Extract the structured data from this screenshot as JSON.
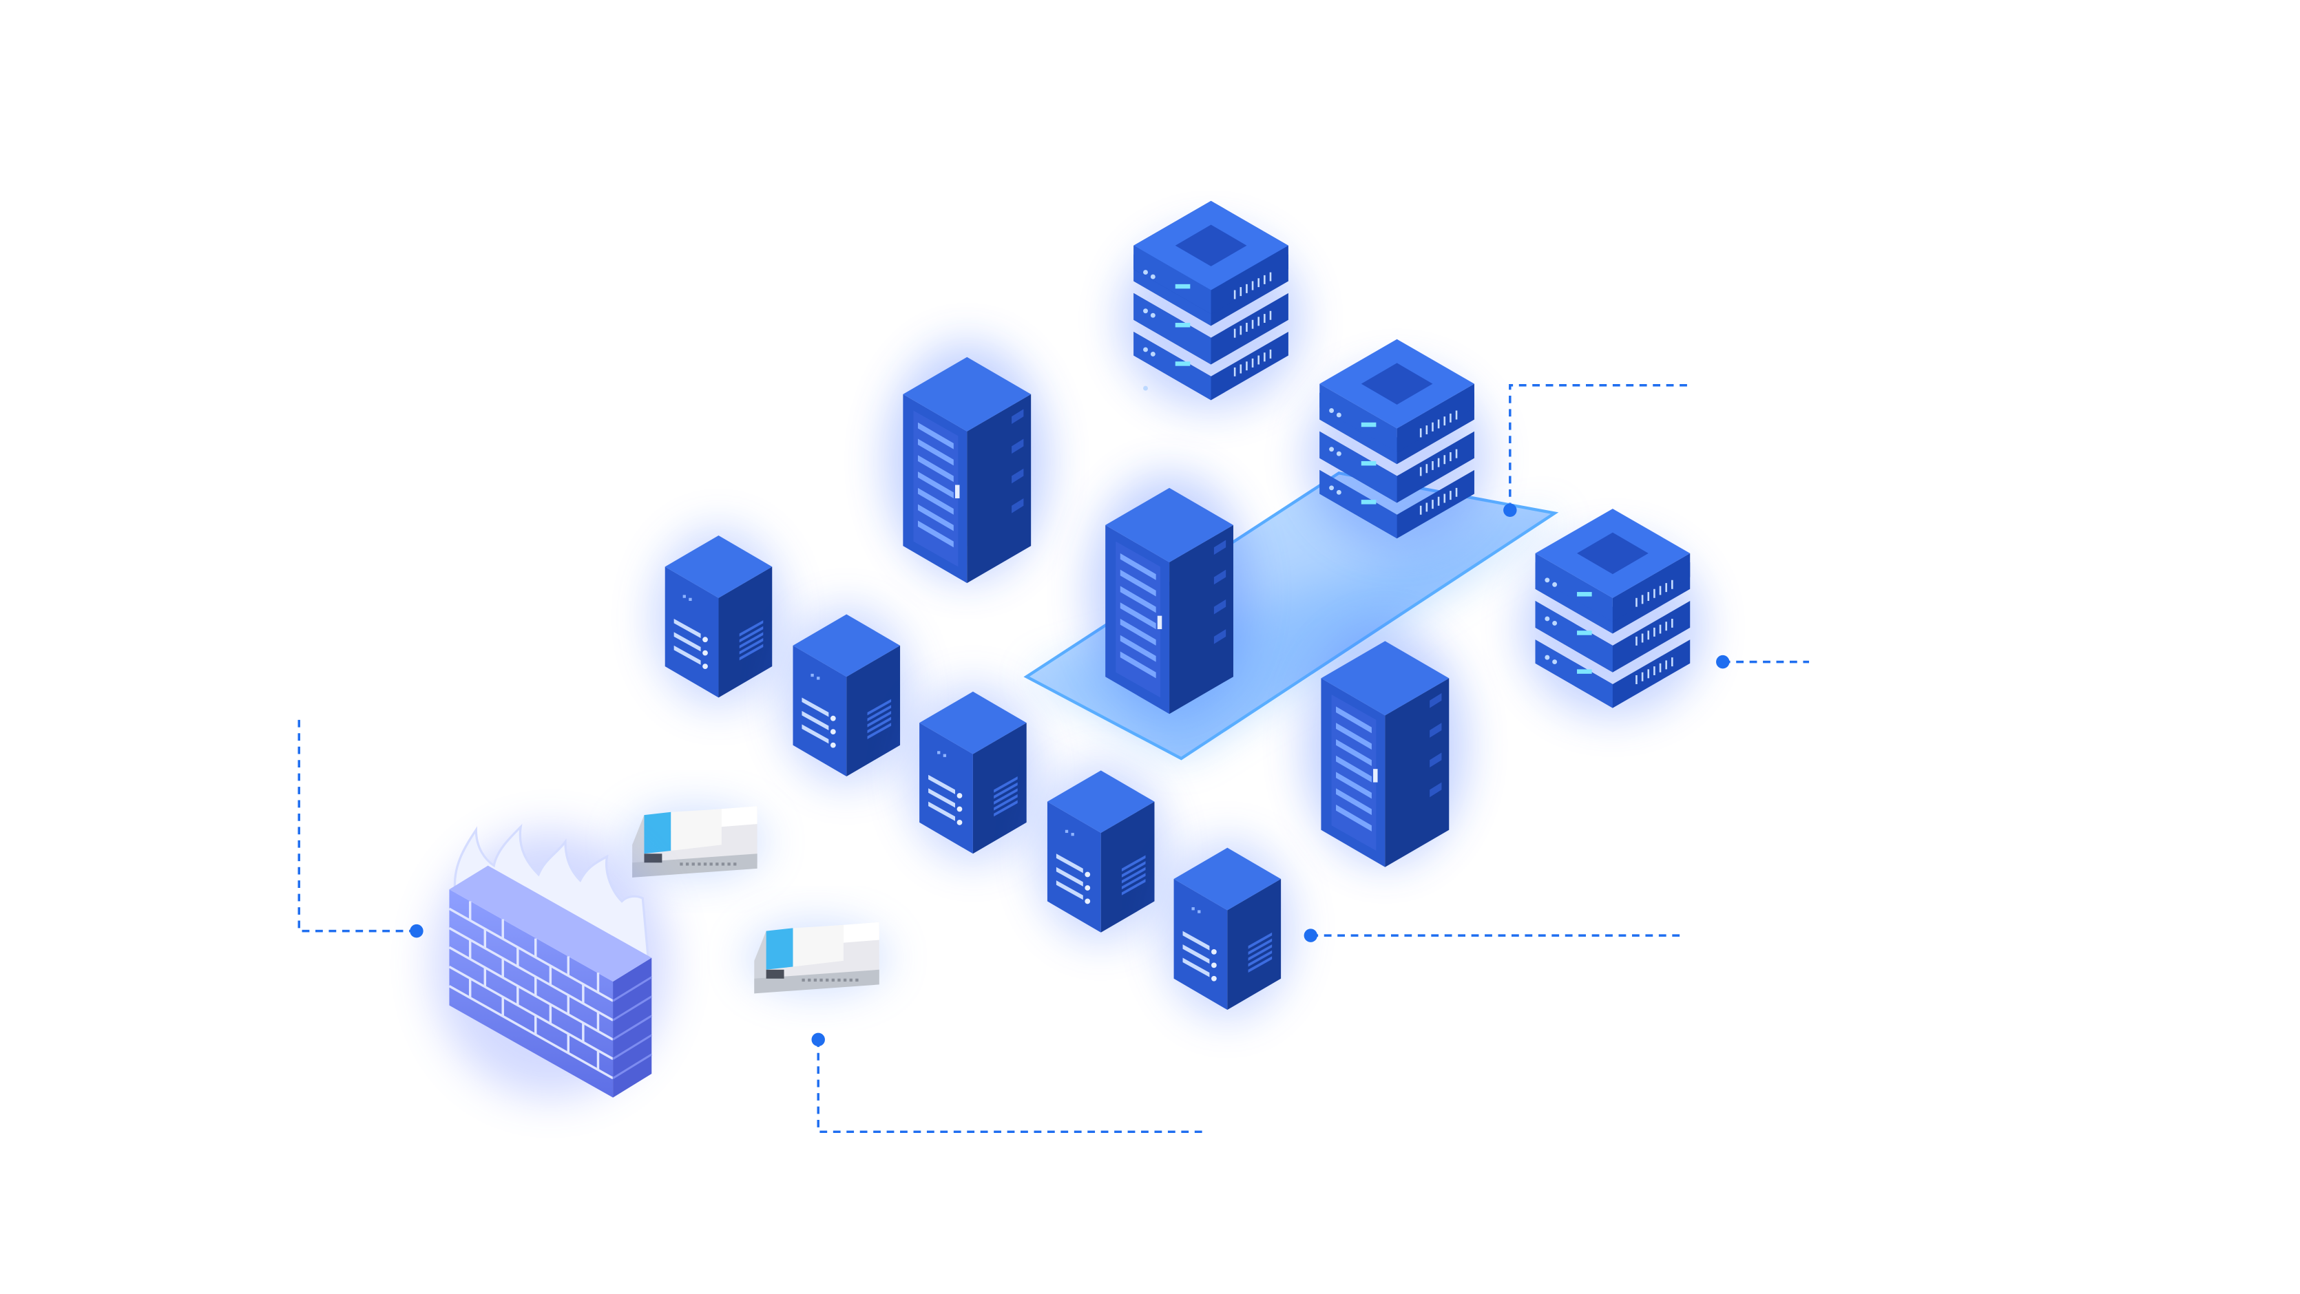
{
  "scene": {
    "title": "",
    "colors": {
      "background": "#ffffff",
      "accent": "#1f6ef0",
      "server_light": "#3a6fe0",
      "server_mid": "#2552c4",
      "server_dark": "#173c98",
      "server_face": "#1e4ab5",
      "led": "#8fc0ff",
      "platform": "#4da3ff",
      "firewall_brick": "#7b8cf0",
      "firewall_flame": "#e6ecff",
      "router_body": "#eeeeee",
      "router_screen": "#3fb6f0"
    },
    "icons": [
      "server-stack-icon",
      "rack-server-icon",
      "tower-server-icon",
      "router-icon",
      "firewall-icon",
      "connector-dot-icon"
    ],
    "callouts": [
      {
        "name": "callout-top-right"
      },
      {
        "name": "callout-right"
      },
      {
        "name": "callout-bottom-right"
      },
      {
        "name": "callout-bottom"
      },
      {
        "name": "callout-left"
      }
    ]
  }
}
